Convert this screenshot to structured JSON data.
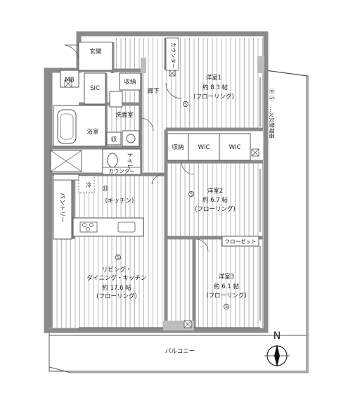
{
  "rooms": {
    "entrance": "玄関",
    "mb": "MB",
    "sic": "SIC",
    "storage_top": "収納",
    "corridor": "廊下",
    "counter_top": "カウンター",
    "washroom": "洗面室",
    "storage_small": "収",
    "bathroom": "浴室",
    "toilet": "トイレ",
    "counter_mid": "カウンター",
    "fridge": "冷",
    "pantry": "パントリー",
    "kitchen": "(キッチン)",
    "ldk_line1": "リビング・",
    "ldk_line2": "ダイニング・キッチン",
    "ldk_line3": "約 17.6 帖",
    "ldk_line4": "(フローリング)",
    "w1_line1": "洋室1",
    "w1_line2": "約 8.3 帖",
    "w1_line3": "(フローリング)",
    "storage_mid": "収納",
    "wic1": "WIC",
    "wic2": "WIC",
    "w2_line1": "洋室2",
    "w2_line2": "約 6.7 帖",
    "w2_line3": "(フローリング)",
    "closet": "クローゼット",
    "w3_line1": "洋室3",
    "w3_line2": "約 6.1 帖",
    "w3_line3": "(フローリング)",
    "balcony": "バルコニー"
  },
  "legend": {
    "hs_mark": "Ⓗ Ⓢ",
    "alarm_text": "…火災警報器"
  },
  "symbols": {
    "s": "S",
    "h": "H"
  },
  "compass": {
    "north": "N"
  }
}
